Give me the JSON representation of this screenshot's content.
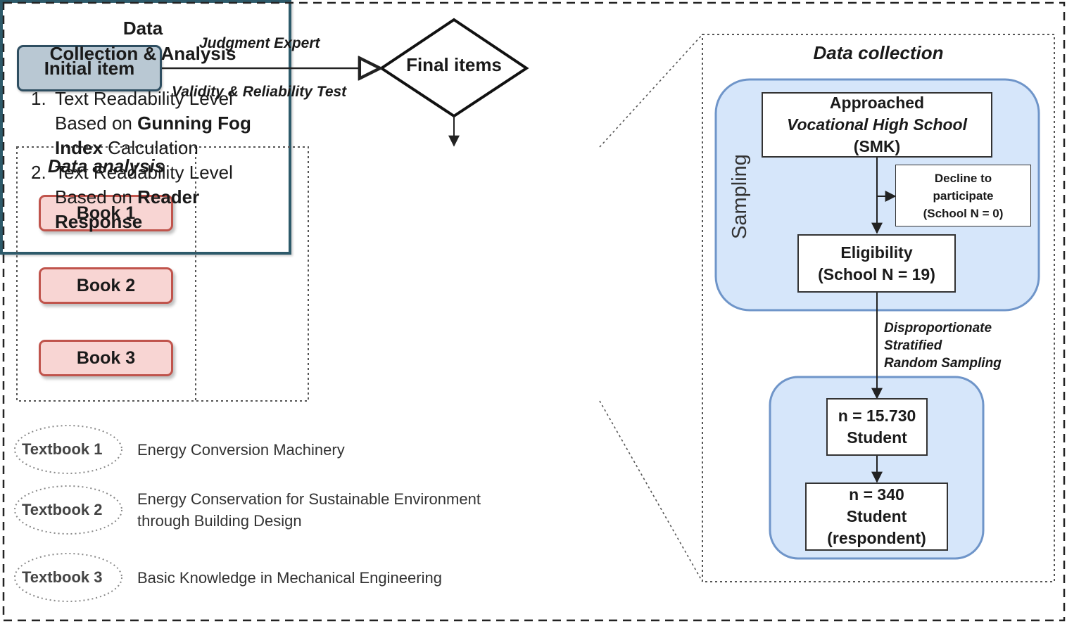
{
  "top": {
    "initial_item": "Initial item",
    "judgment_expert": "Judgment Expert",
    "validity_test": "Validity & Reliability Test",
    "final_items": "Final items"
  },
  "data_analysis": {
    "title": "Data analysis",
    "books": [
      "Book 1",
      "Book 2",
      "Book 3"
    ]
  },
  "center": {
    "title_line1": "Data",
    "title_line2": "Collection & Analysis",
    "item1_num": "1.",
    "item1_a": "Text Readability Level",
    "item1_b_plain": "Based on ",
    "item1_b_bold": "Gunning Fog",
    "item1_c_bold": "Index",
    "item1_c_plain": " Calculation",
    "item2_num": "2.",
    "item2_a": "Text Readability Level",
    "item2_b_plain": "Based on ",
    "item2_b_bold": "Reader",
    "item2_c_bold": "Response"
  },
  "textbooks": [
    {
      "name": "Textbook 1",
      "desc_line1": "Energy Conversion Machinery",
      "desc_line2": ""
    },
    {
      "name": "Textbook 2",
      "desc_line1": "Energy Conservation for Sustainable Environment",
      "desc_line2": "through Building Design"
    },
    {
      "name": "Textbook 3",
      "desc_line1": "Basic Knowledge in Mechanical Engineering",
      "desc_line2": ""
    }
  ],
  "data_collection": {
    "title": "Data collection",
    "sampling_label": "Sampling",
    "approached_line1": "Approached",
    "approached_line2": "Vocational High School",
    "approached_line3": "(SMK)",
    "decline_line1": "Decline to",
    "decline_line2": "participate",
    "decline_line3": "(School N = 0)",
    "eligibility_line1": "Eligibility",
    "eligibility_line2": "(School N = 19)",
    "method_line1": "Disproportionate",
    "method_line2": "Stratified",
    "method_line3": "Random Sampling",
    "pop_line1": "n = 15.730",
    "pop_line2": "Student",
    "resp_line1": "n = 340",
    "resp_line2": "Student",
    "resp_line3": "(respondent)"
  },
  "colors": {
    "initial_fill": "#b9c8d3",
    "book_fill": "#f8d5d3",
    "book_border": "#c0544c",
    "blue_group": "#d6e6fa",
    "blue_border": "#6f95c9"
  }
}
